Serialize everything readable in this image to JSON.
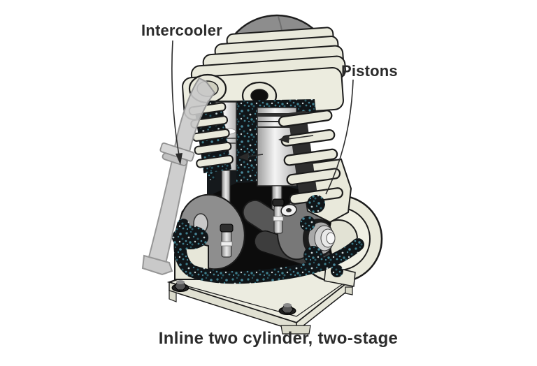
{
  "figure": {
    "type": "technical-cutaway-illustration",
    "subject": "air compressor, inline two cylinder, two-stage, sectioned view",
    "labels": {
      "intercooler": "Intercooler",
      "pistons": "Pistons"
    },
    "caption": "Inline two cylinder, two-stage",
    "callouts": [
      {
        "label": "Intercooler",
        "points_to": "external ghosted tube running from head port down left side"
      },
      {
        "label": "Pistons",
        "points_to": "two pistons inside cut-open cylinders (small high-stage left, large low-stage right)"
      }
    ]
  },
  "colors": {
    "background": "#ffffff",
    "body_cream": "#e9e9db",
    "body_cream_light": "#f0f0e4",
    "outline": "#1b1b1b",
    "flywheel_gray": "#8d8d8d",
    "tube_ghost_gray": "#c9c9c9",
    "section_speckle_teal": "#3e7e8c",
    "interior_black": "#0c0c0c",
    "crank_gray": "#8e8e8e",
    "text": "#2b2b2b"
  }
}
